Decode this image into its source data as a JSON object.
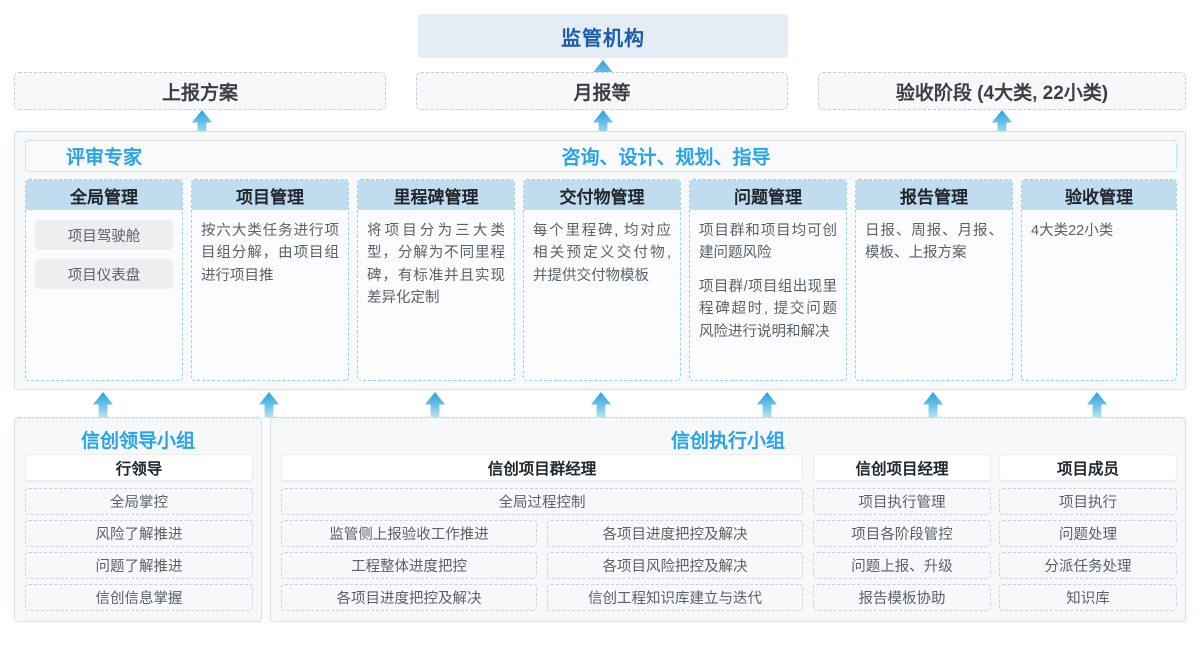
{
  "top": {
    "banner": "监管机构"
  },
  "reports": [
    {
      "label": "上报方案"
    },
    {
      "label": "月报等"
    },
    {
      "label": "验收阶段 (4大类, 22小类)"
    }
  ],
  "platform": {
    "role_left": "评审专家",
    "role_center": "咨询、设计、规划、指导",
    "columns": [
      {
        "title": "全局管理",
        "pills": [
          "项目驾驶舱",
          "项目仪表盘"
        ],
        "paragraphs": []
      },
      {
        "title": "项目管理",
        "pills": [],
        "paragraphs": [
          "按六大类任务进行项目组分解，由项目组进行项目推"
        ]
      },
      {
        "title": "里程碑管理",
        "pills": [],
        "paragraphs": [
          "将项目分为三大类型，分解为不同里程碑，有标准并且实现差异化定制"
        ]
      },
      {
        "title": "交付物管理",
        "pills": [],
        "paragraphs": [
          "每个里程碑, 均对应相关预定义交付物, 并提供交付物模板"
        ]
      },
      {
        "title": "问题管理",
        "pills": [],
        "paragraphs": [
          "项目群和项目均可创建问题风险",
          "项目群/项目组出现里程碑超时, 提交问题风险进行说明和解决"
        ]
      },
      {
        "title": "报告管理",
        "pills": [],
        "paragraphs": [
          "日报、周报、月报、模板、上报方案"
        ]
      },
      {
        "title": "验收管理",
        "pills": [],
        "paragraphs": [
          "4大类22小类"
        ]
      }
    ]
  },
  "groups": [
    {
      "title": "信创领导小组",
      "columns": [
        {
          "head": "行领导",
          "items": [
            "全局掌控",
            "风险了解推进",
            "问题了解推进",
            "信创信息掌握"
          ]
        }
      ]
    },
    {
      "title": "信创执行小组",
      "columns": [
        {
          "head": "信创项目群经理",
          "wide_item": "全局过程控制",
          "left_items": [
            "监管侧上报验收工作推进",
            "工程整体进度把控",
            "各项目进度把控及解决"
          ],
          "right_items": [
            "各项目进度把控及解决",
            "各项目风险把控及解决",
            "信创工程知识库建立与迭代"
          ]
        },
        {
          "head": "信创项目经理",
          "items": [
            "项目执行管理",
            "项目各阶段管控",
            "问题上报、升级",
            "报告模板协助"
          ]
        },
        {
          "head": "项目成员",
          "items": [
            "项目执行",
            "问题处理",
            "分派任务处理",
            "知识库"
          ]
        }
      ]
    }
  ],
  "colors": {
    "accent_blue": "#29a3e8",
    "banner_text": "#1f5ca8",
    "banner_bg": "#e4ecf6",
    "col_head_bg": "#c2dcef",
    "dashed_border": "#9ecdea",
    "body_text": "#5b6166"
  }
}
